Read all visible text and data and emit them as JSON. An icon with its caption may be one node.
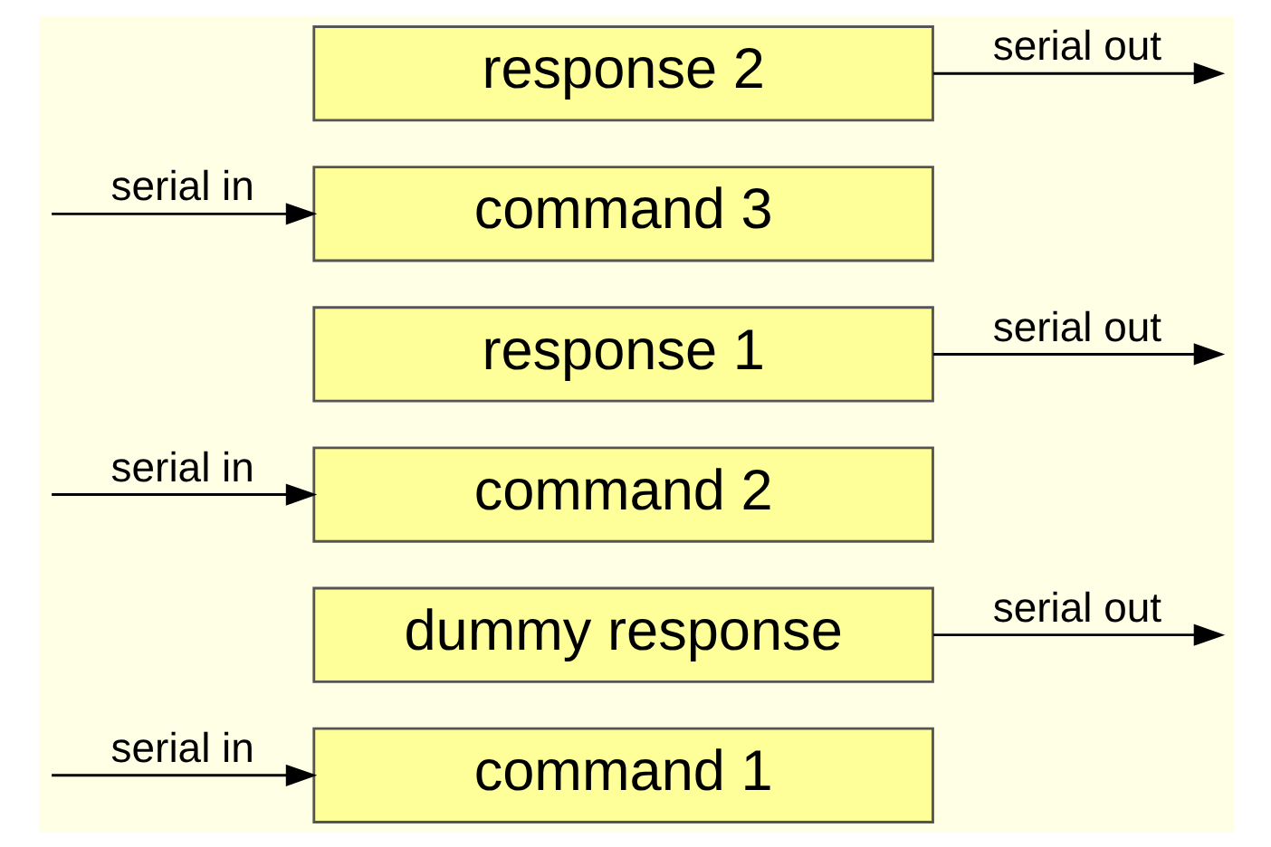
{
  "diagram": {
    "nodes": [
      {
        "text": [
          "command 1"
        ]
      },
      {
        "text": [
          "dummy response"
        ]
      },
      {
        "text": [
          "command 2"
        ]
      },
      {
        "text": [
          "response 1"
        ]
      },
      {
        "text": [
          "command 3"
        ]
      },
      {
        "text": [
          "response 2"
        ]
      }
    ],
    "edges": [
      {
        "from": null,
        "to": 0,
        "arrow": "to",
        "label": "serial in"
      },
      {
        "from": 1,
        "to": null,
        "arrow": "to",
        "label": "serial out"
      },
      {
        "from": null,
        "to": 2,
        "arrow": "to",
        "label": "serial in"
      },
      {
        "from": 3,
        "to": null,
        "arrow": "to",
        "label": "serial out"
      },
      {
        "from": null,
        "to": 4,
        "arrow": "to",
        "label": "serial in"
      },
      {
        "from": 5,
        "to": null,
        "arrow": "to",
        "label": "serial out"
      }
    ]
  }
}
